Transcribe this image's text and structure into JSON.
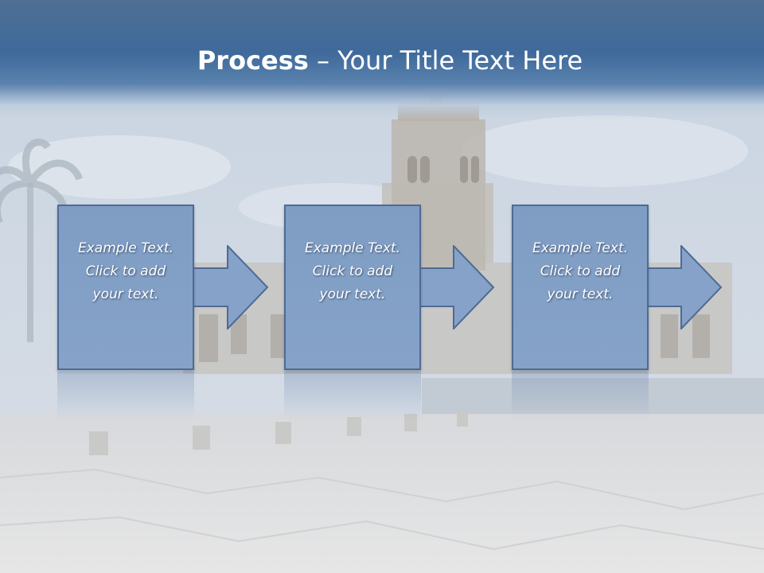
{
  "slide": {
    "title_bold": "Process",
    "title_rest": " – Your Title Text Here"
  },
  "process": {
    "steps": [
      {
        "text": "Example Text.\nClick  to add\nyour text."
      },
      {
        "text": "Example Text.\nClick  to add\nyour text."
      },
      {
        "text": "Example Text.\nClick  to add\nyour text."
      }
    ]
  },
  "colors": {
    "header": "#3f6a9b",
    "box_fill": "#86a2c8",
    "box_border": "#4e6b93",
    "arrow_fill": "#86a2c8"
  }
}
